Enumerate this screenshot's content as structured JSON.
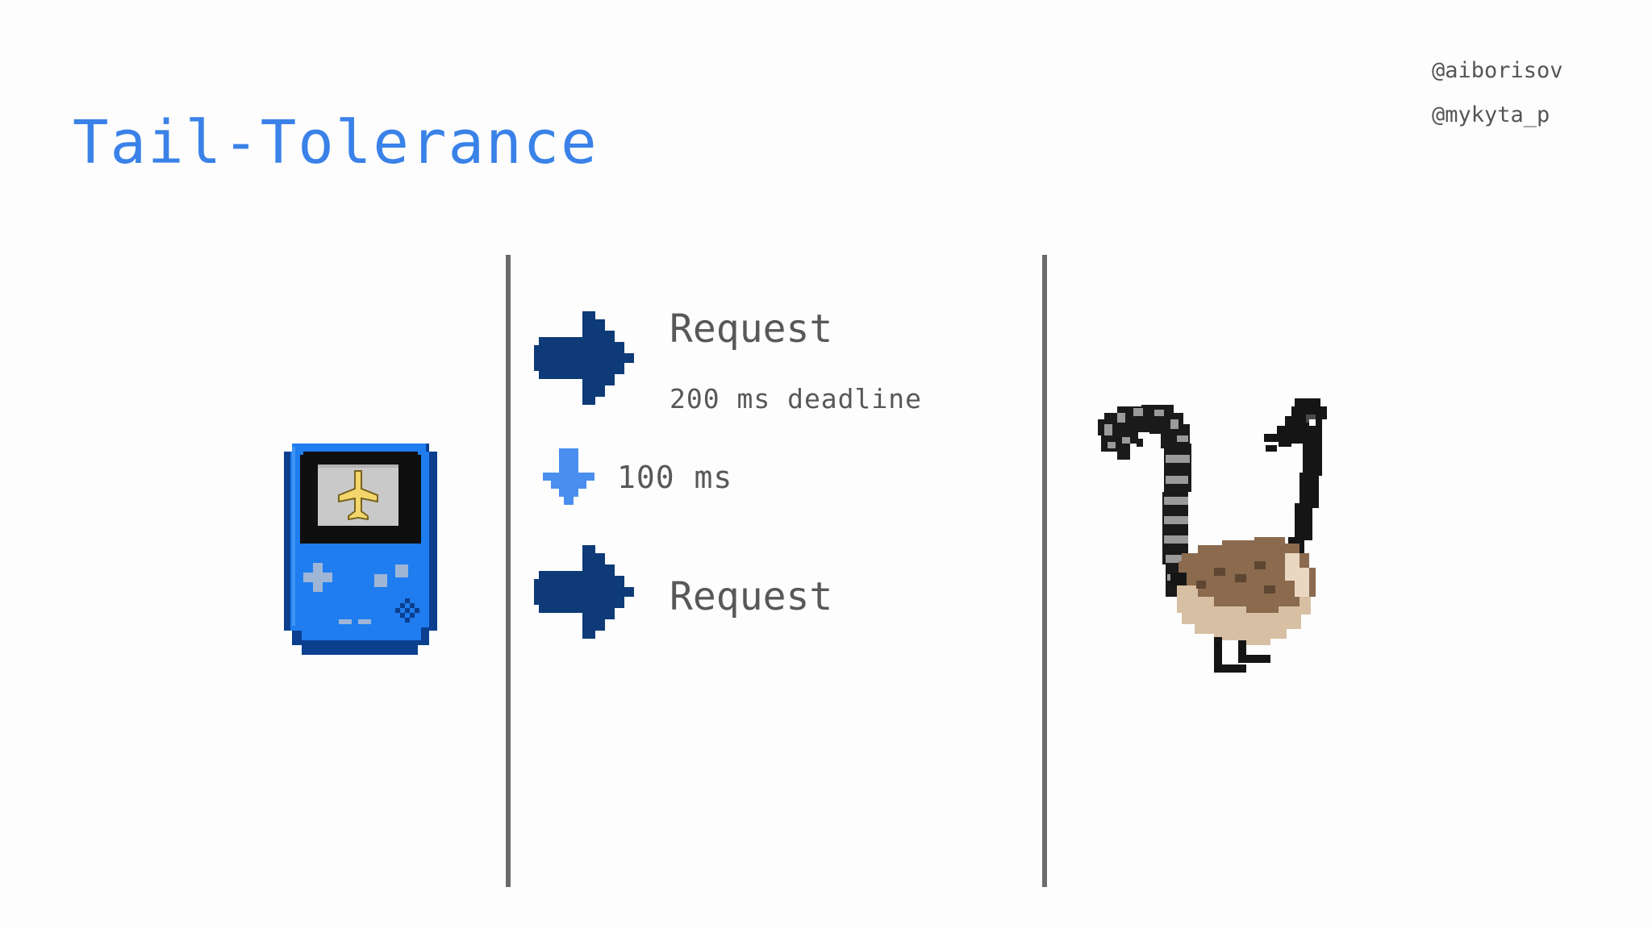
{
  "slide": {
    "title": "Tail-Tolerance",
    "handles": [
      "@aiborisov",
      "@mykyta_p"
    ]
  },
  "flow": {
    "first_request": "Request",
    "deadline": "200 ms deadline",
    "delay": "100 ms",
    "second_request": "Request"
  },
  "colors": {
    "title": "#3a82e8",
    "arrow_dark": "#0e3b78",
    "arrow_light": "#4a8ef0",
    "device_blue": "#1f7df0",
    "divider": "#6b6b6b",
    "text": "#585858"
  },
  "icons": {
    "device": "handheld-game-console-icon",
    "screen": "airplane-icon",
    "server": "goose-icon",
    "request": "right-arrow-icon",
    "wait": "down-arrow-icon"
  }
}
